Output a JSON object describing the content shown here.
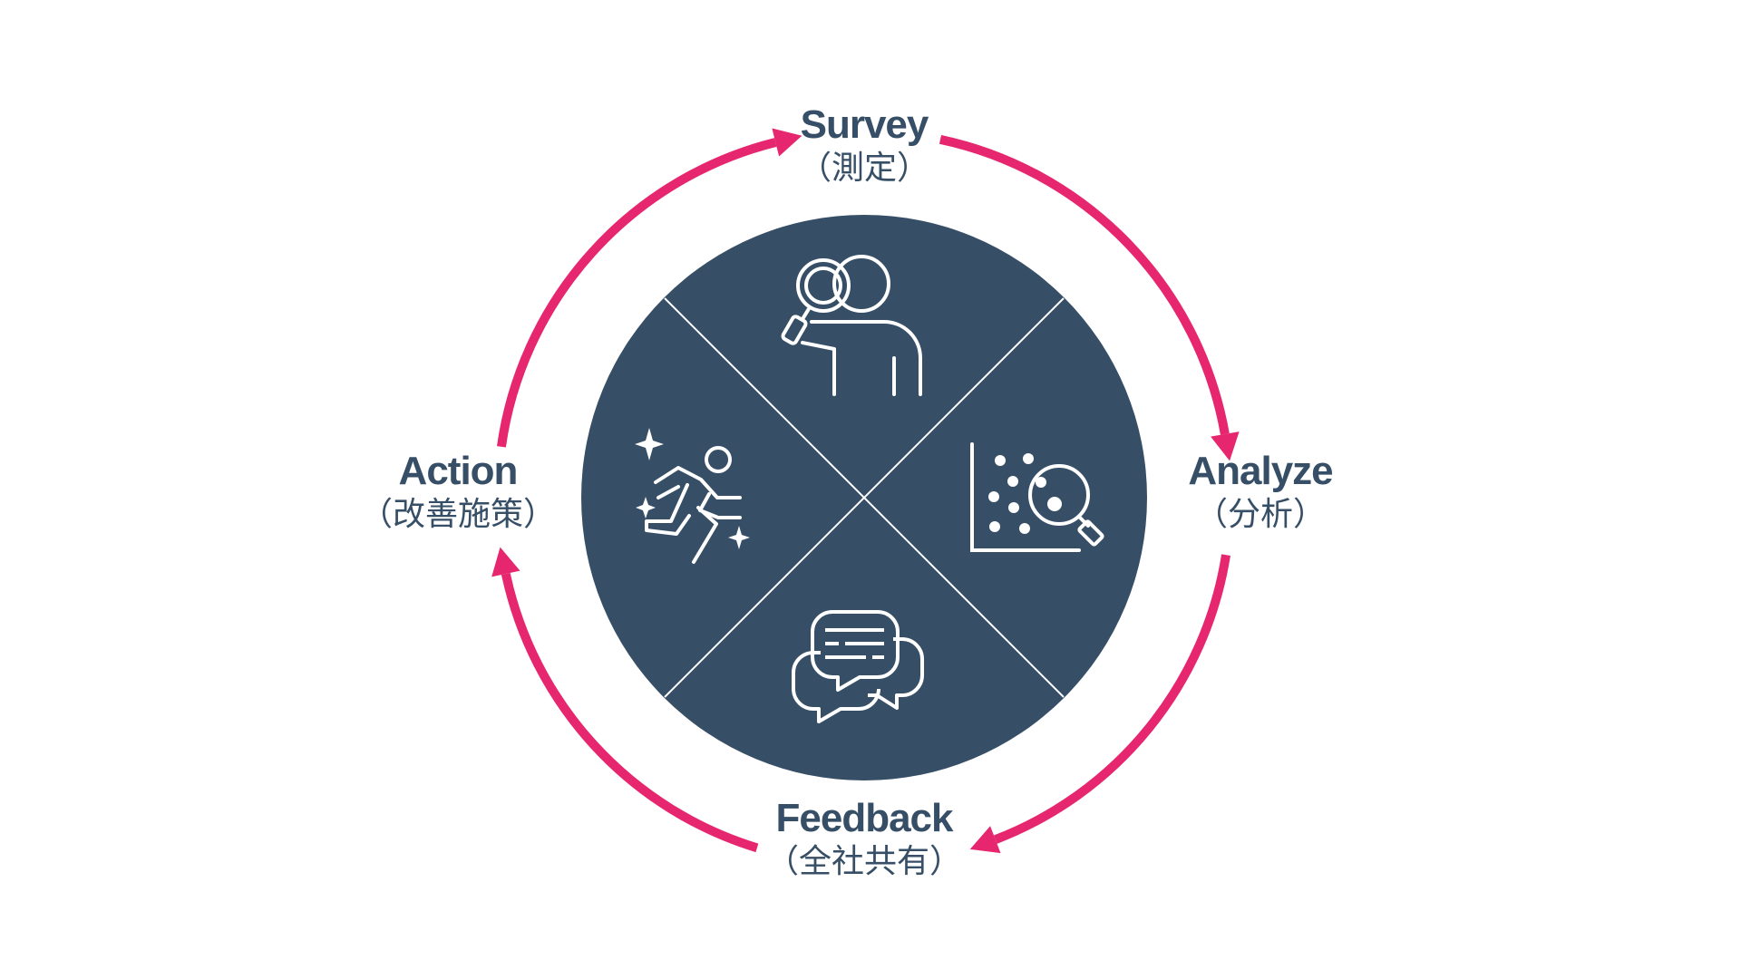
{
  "colors": {
    "accent": "#e6266e",
    "circle": "#364e66",
    "icon": "#ffffff"
  },
  "stages": [
    {
      "key": "survey",
      "title": "Survey",
      "subtitle": "（測定）",
      "icon": "person-magnifier-icon"
    },
    {
      "key": "analyze",
      "title": "Analyze",
      "subtitle": "（分析）",
      "icon": "scatter-magnifier-icon"
    },
    {
      "key": "feedback",
      "title": "Feedback",
      "subtitle": "（全社共有）",
      "icon": "chat-bubbles-icon"
    },
    {
      "key": "action",
      "title": "Action",
      "subtitle": "（改善施策）",
      "icon": "running-person-sparkles-icon"
    }
  ]
}
